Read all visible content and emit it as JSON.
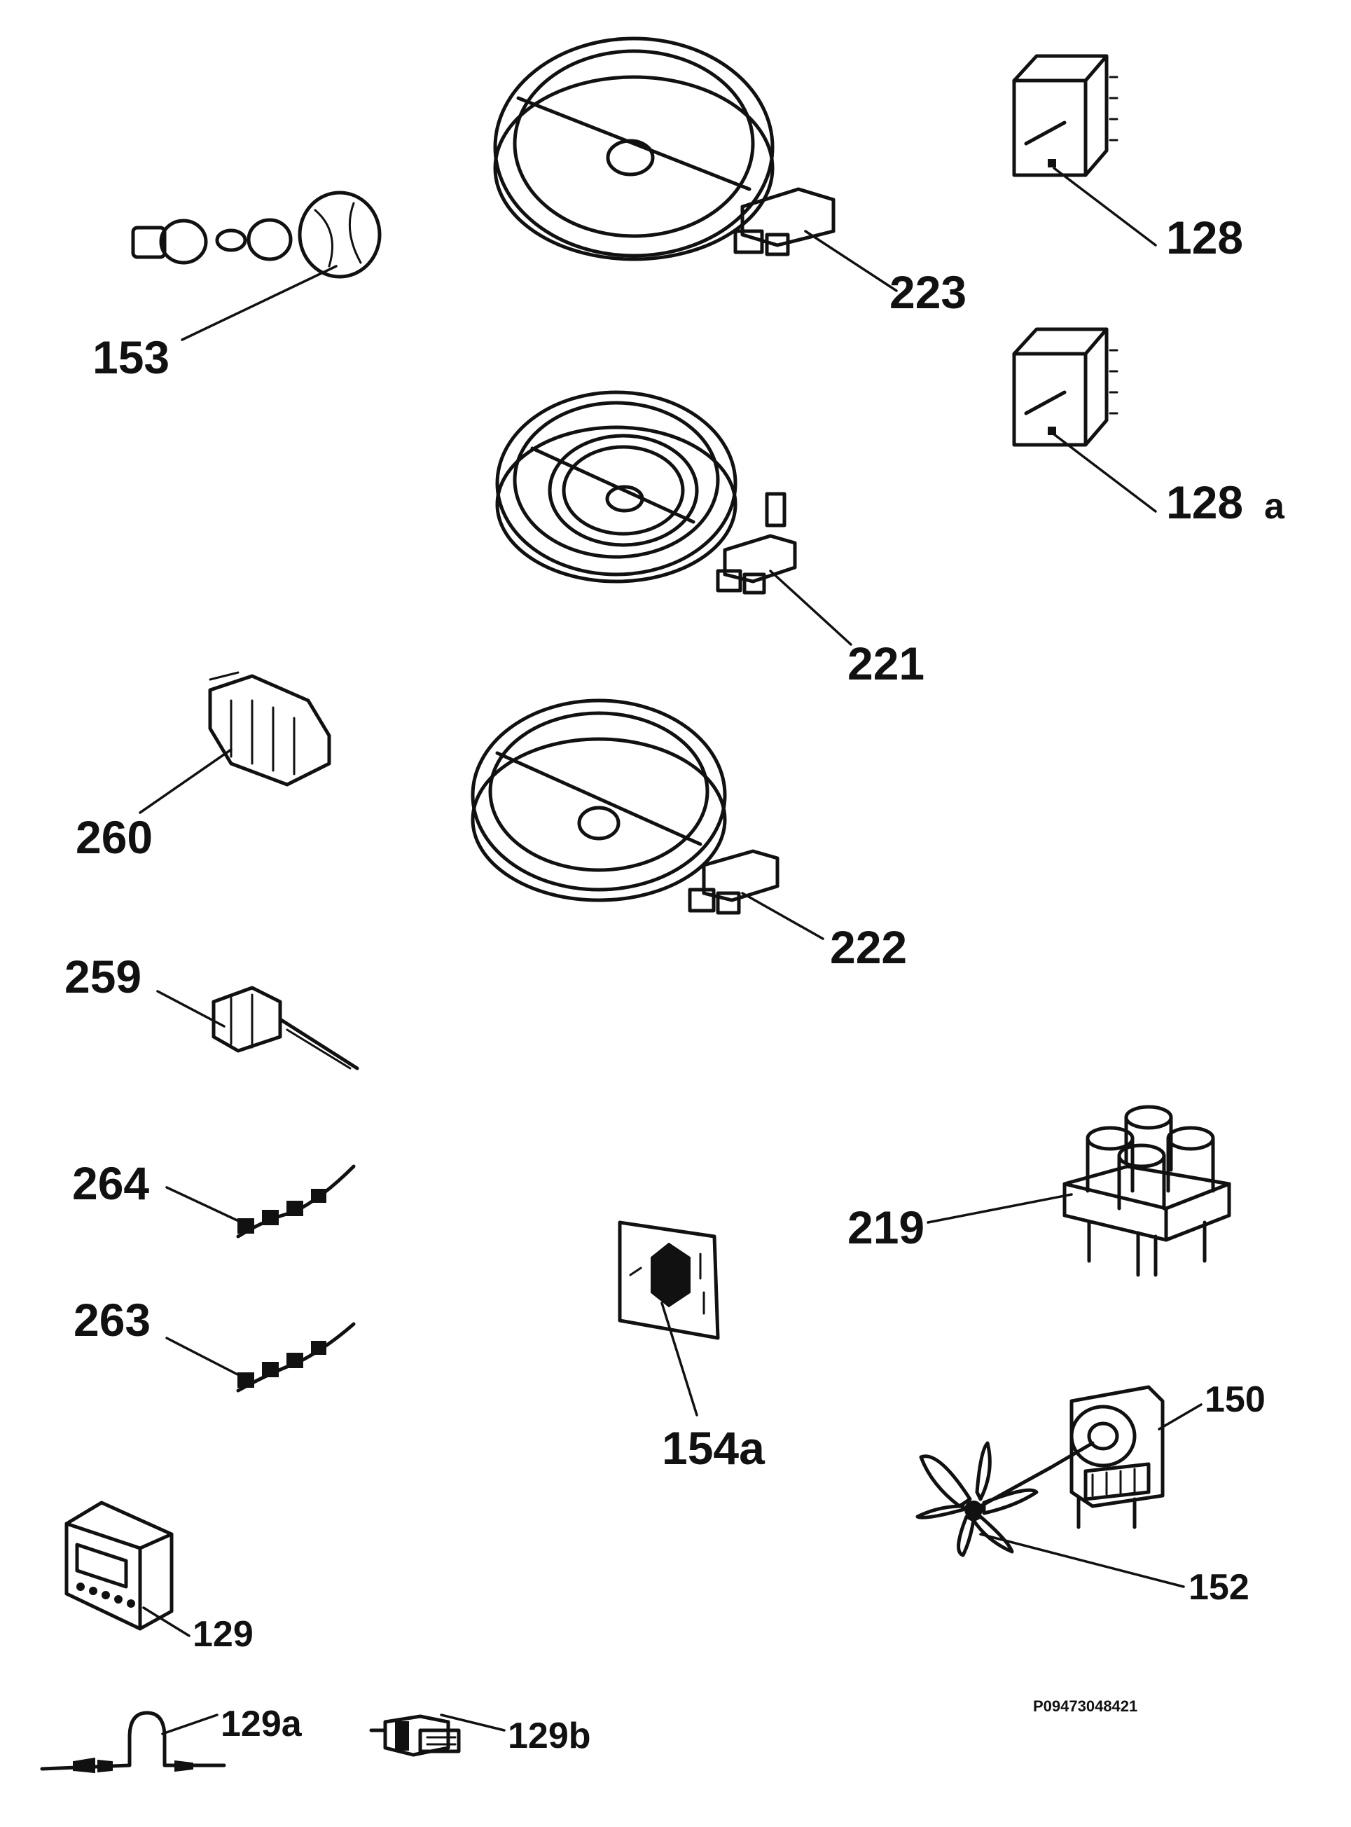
{
  "labels": {
    "p153": "153",
    "p223": "223",
    "p128": "128",
    "p128a": "128",
    "p128a_suffix": "a",
    "p221": "221",
    "p260": "260",
    "p222": "222",
    "p259": "259",
    "p264": "264",
    "p219": "219",
    "p263": "263",
    "p154a": "154a",
    "p150": "150",
    "p152": "152",
    "p129": "129",
    "p129a": "129a",
    "p129b": "129b"
  },
  "drawing_code": "P09473048421"
}
